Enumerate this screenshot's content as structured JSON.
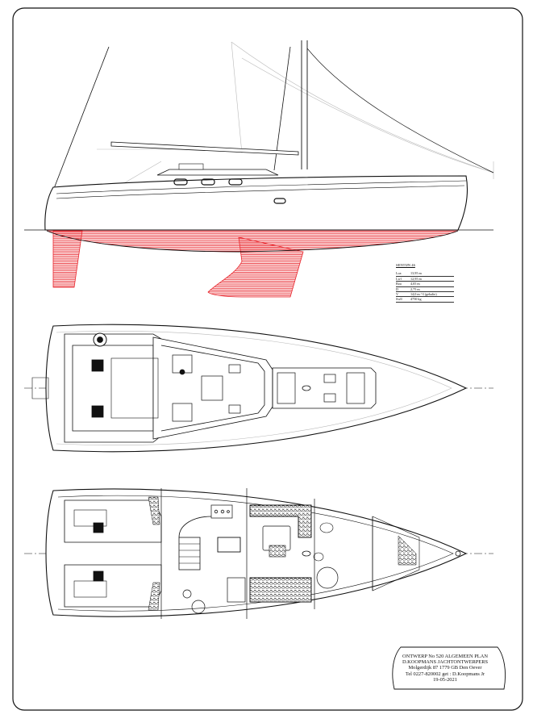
{
  "colors": {
    "antifouling": "#e8232a",
    "line": "#111111",
    "light_line": "#b9b9b9",
    "paper": "#ffffff"
  },
  "spec_table": {
    "title": "SENTIJN 46",
    "rows": [
      {
        "label": "Loa",
        "value": "13,95 m"
      },
      {
        "label": "Lwl",
        "value": "12,95 m"
      },
      {
        "label": "Boa",
        "value": "4,05 m"
      },
      {
        "label": "D",
        "value": "2,75 m"
      },
      {
        "label": "V",
        "value": "14,0 m ^3 (gehalte)"
      },
      {
        "label": "Swll",
        "value": "4750 kg"
      }
    ]
  },
  "title_block": {
    "line1": "ONTWERP No 520 ALGEMEEN PLAN",
    "line2": "D.KOOPMANS JACHTONTWERPERS",
    "line3": "Molgerdijk 87 1779 GB Den Oever",
    "line4": "Tel 0227-820002 get : D.Koopmans Jr",
    "line5": "19-05-2021"
  },
  "views": [
    "side-profile",
    "deck-plan",
    "interior-plan"
  ]
}
